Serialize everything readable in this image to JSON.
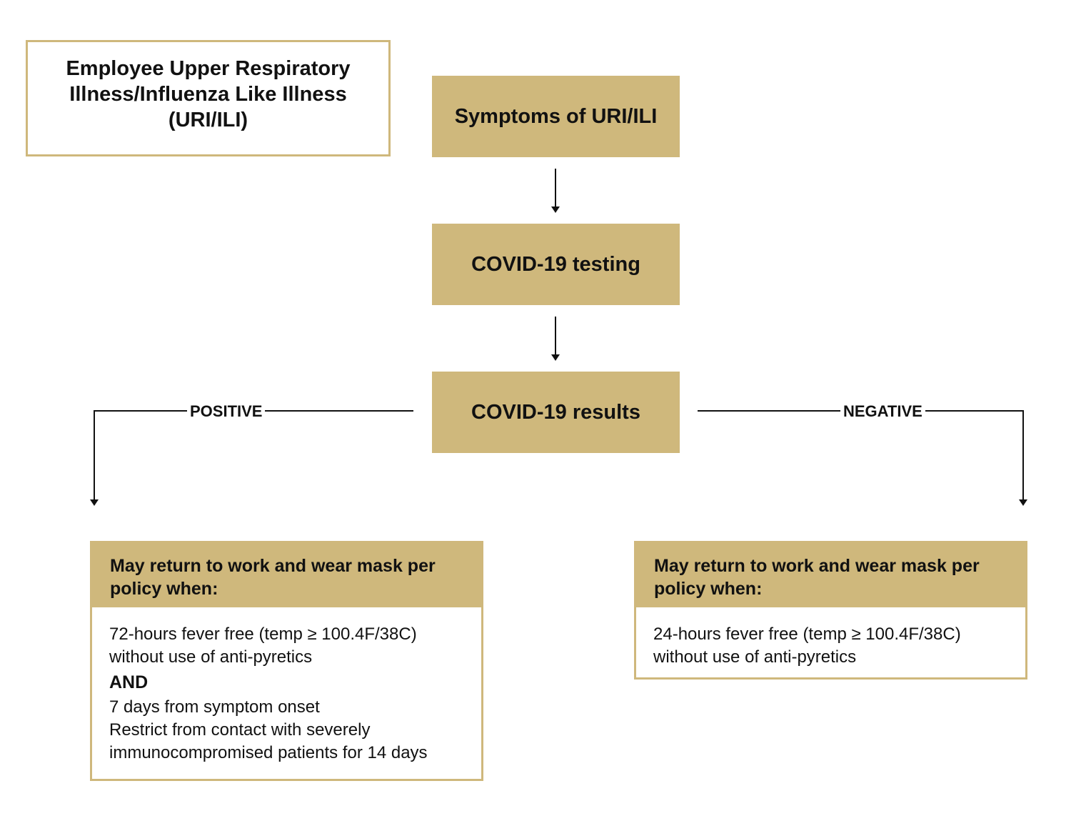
{
  "title": "Employee Upper Respiratory Illness/Influenza Like Illness (URI/ILI)",
  "steps": {
    "symptoms": "Symptoms of URI/ILI",
    "testing": "COVID-19 testing",
    "results": "COVID-19 results"
  },
  "branches": {
    "positive": "POSITIVE",
    "negative": "NEGATIVE"
  },
  "positive_card": {
    "header": "May return to work and wear mask per policy when:",
    "line1": "72-hours fever free (temp ≥ 100.4F/38C) without use of anti-pyretics",
    "and": "AND",
    "line2": "7 days from symptom onset",
    "line3": "Restrict from contact with severely immunocompromised patients for 14 days"
  },
  "negative_card": {
    "header": "May return to work and wear mask per policy when:",
    "line1": "24-hours fever free (temp ≥ 100.4F/38C) without use of anti-pyretics"
  },
  "colors": {
    "gold": "#cfb87c",
    "text": "#111111"
  }
}
